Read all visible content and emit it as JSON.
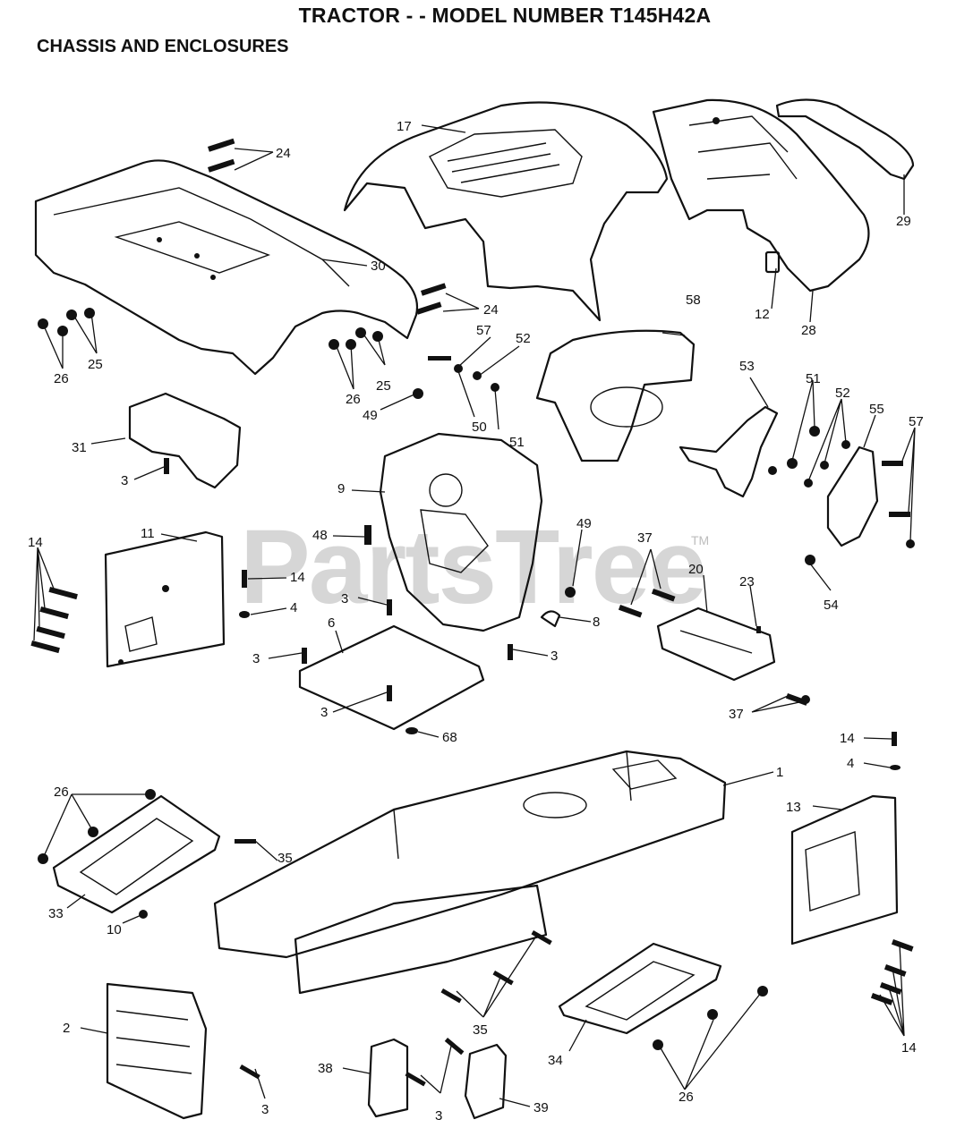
{
  "title": "TRACTOR - - MODEL NUMBER T145H42A",
  "subtitle": "CHASSIS AND ENCLOSURES",
  "watermark": "PartsTree",
  "watermark_tm": "TM",
  "callouts": [
    {
      "id": "c-17a",
      "label": "17"
    },
    {
      "id": "c-24a",
      "label": "24"
    },
    {
      "id": "c-29",
      "label": "29"
    },
    {
      "id": "c-30",
      "label": "30"
    },
    {
      "id": "c-24b",
      "label": "24"
    },
    {
      "id": "c-12",
      "label": "12"
    },
    {
      "id": "c-28",
      "label": "28"
    },
    {
      "id": "c-58",
      "label": "58"
    },
    {
      "id": "c-25a",
      "label": "25"
    },
    {
      "id": "c-26a",
      "label": "26"
    },
    {
      "id": "c-57a",
      "label": "57"
    },
    {
      "id": "c-52a",
      "label": "52"
    },
    {
      "id": "c-26b",
      "label": "26"
    },
    {
      "id": "c-25b",
      "label": "25"
    },
    {
      "id": "c-53",
      "label": "53"
    },
    {
      "id": "c-51a",
      "label": "51"
    },
    {
      "id": "c-52b",
      "label": "52"
    },
    {
      "id": "c-55",
      "label": "55"
    },
    {
      "id": "c-57b",
      "label": "57"
    },
    {
      "id": "c-49a",
      "label": "49"
    },
    {
      "id": "c-50",
      "label": "50"
    },
    {
      "id": "c-51b",
      "label": "51"
    },
    {
      "id": "c-31",
      "label": "31"
    },
    {
      "id": "c-3a",
      "label": "3"
    },
    {
      "id": "c-9",
      "label": "9"
    },
    {
      "id": "c-49b",
      "label": "49"
    },
    {
      "id": "c-37a",
      "label": "37"
    },
    {
      "id": "c-11",
      "label": "11"
    },
    {
      "id": "c-48",
      "label": "48"
    },
    {
      "id": "c-14a",
      "label": "14"
    },
    {
      "id": "c-14b",
      "label": "14"
    },
    {
      "id": "c-20",
      "label": "20"
    },
    {
      "id": "c-23",
      "label": "23"
    },
    {
      "id": "c-54",
      "label": "54"
    },
    {
      "id": "c-4a",
      "label": "4"
    },
    {
      "id": "c-3b",
      "label": "3"
    },
    {
      "id": "c-8",
      "label": "8"
    },
    {
      "id": "c-6",
      "label": "6"
    },
    {
      "id": "c-3c",
      "label": "3"
    },
    {
      "id": "c-3d",
      "label": "3"
    },
    {
      "id": "c-3e",
      "label": "3"
    },
    {
      "id": "c-37b",
      "label": "37"
    },
    {
      "id": "c-68",
      "label": "68"
    },
    {
      "id": "c-14c",
      "label": "14"
    },
    {
      "id": "c-4b",
      "label": "4"
    },
    {
      "id": "c-1",
      "label": "1"
    },
    {
      "id": "c-26c",
      "label": "26"
    },
    {
      "id": "c-13",
      "label": "13"
    },
    {
      "id": "c-35a",
      "label": "35"
    },
    {
      "id": "c-33",
      "label": "33"
    },
    {
      "id": "c-10",
      "label": "10"
    },
    {
      "id": "c-2",
      "label": "2"
    },
    {
      "id": "c-35b",
      "label": "35"
    },
    {
      "id": "c-14d",
      "label": "14"
    },
    {
      "id": "c-34",
      "label": "34"
    },
    {
      "id": "c-38",
      "label": "38"
    },
    {
      "id": "c-3f",
      "label": "3"
    },
    {
      "id": "c-3g",
      "label": "3"
    },
    {
      "id": "c-39",
      "label": "39"
    },
    {
      "id": "c-26d",
      "label": "26"
    }
  ]
}
